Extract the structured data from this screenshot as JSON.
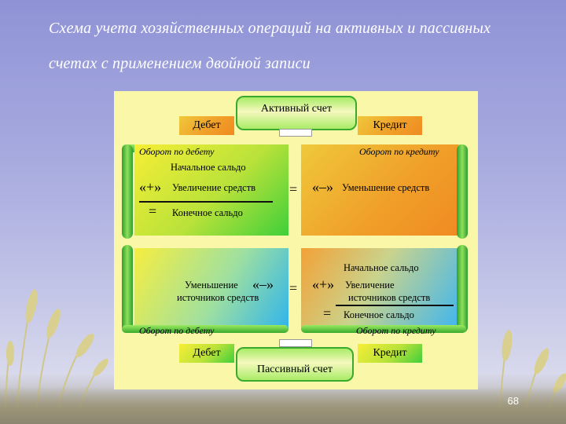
{
  "slide": {
    "title": "Схема учета хозяйственных операций на активных и пассивных счетах с применением двойной записи",
    "page_number": "68"
  },
  "top": {
    "banner": "Активный счет",
    "debit_tab": "Дебет",
    "credit_tab": "Кредит"
  },
  "bottom": {
    "banner": "Пассивный счет",
    "debit_tab": "Дебет",
    "credit_tab": "Кредит"
  },
  "active_debit": {
    "turnover": "Оборот по дебету",
    "opening": "Начальное сальдо",
    "sign": "«+»",
    "increase": "Увеличение средств",
    "eq": "=",
    "closing": "Конечное сальдо"
  },
  "active_credit": {
    "turnover": "Оборот по кредиту",
    "sign": "«–»",
    "decrease": "Уменьшение средств"
  },
  "passive_debit": {
    "decrease": "Уменьшение",
    "sign": "«–»",
    "sources": "источников средств",
    "turnover": "Оборот по дебету"
  },
  "passive_credit": {
    "opening": "Начальное сальдо",
    "sign": "«+»",
    "increase": "Увеличение",
    "sources": "источников средств",
    "eq": "=",
    "closing": "Конечное сальдо",
    "turnover": "Оборот по кредиту"
  },
  "middle_eq": "="
}
